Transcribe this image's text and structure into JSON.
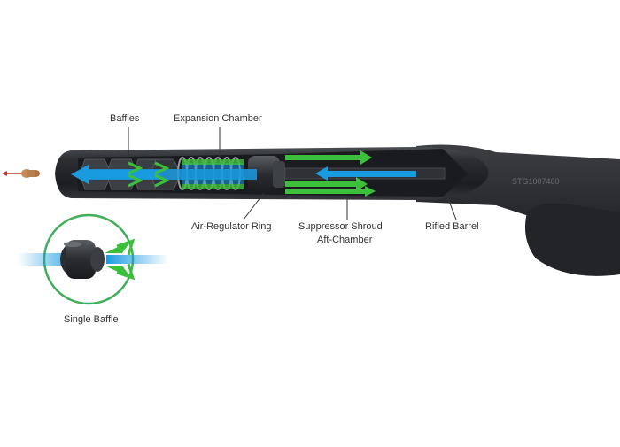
{
  "diagram": {
    "labels": {
      "baffles": "Baffles",
      "expansion_chamber": "Expansion Chamber",
      "air_regulator_ring": "Air-Regulator Ring",
      "suppressor_shroud": "Suppressor Shroud",
      "aft_chamber": "Aft-Chamber",
      "rifled_barrel": "Rifled Barrel",
      "single_baffle": "Single Baffle"
    },
    "serial_marking": "STG1007460"
  },
  "colors": {
    "background": "#ffffff",
    "airflow_blue": "#1a9be0",
    "airflow_green": "#3cc03c",
    "inset_ring": "#3fae5a",
    "gun_body": "#2b2d30",
    "label_text": "#333333",
    "leader_line": "#333333"
  },
  "icons": {
    "pellet": "pellet-icon",
    "baffle_cone": "baffle-cone-icon"
  }
}
